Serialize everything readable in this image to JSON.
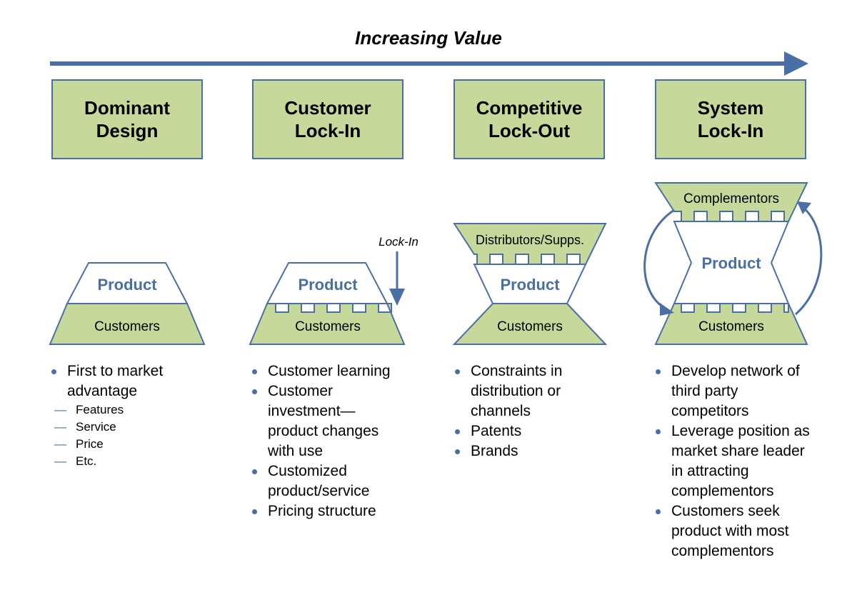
{
  "title": "Increasing Value",
  "stages": [
    {
      "line1": "Dominant",
      "line2": "Design"
    },
    {
      "line1": "Customer",
      "line2": "Lock-In"
    },
    {
      "line1": "Competitive",
      "line2": "Lock-Out"
    },
    {
      "line1": "System",
      "line2": "Lock-In"
    }
  ],
  "diagrams": {
    "product": "Product",
    "customers": "Customers",
    "lock_in": "Lock-In",
    "distributors": "Distributors/Supps.",
    "complementors": "Complementors"
  },
  "columns": [
    {
      "bullets": [
        "First to market advantage"
      ],
      "sub_items": [
        "Features",
        "Service",
        "Price",
        "Etc."
      ]
    },
    {
      "bullets": [
        "Customer learning",
        "Customer investment—product changes with use",
        "Customized product/service",
        "Pricing structure"
      ]
    },
    {
      "bullets": [
        "Constraints in distribution or channels",
        "Patents",
        "Brands"
      ]
    },
    {
      "bullets": [
        "Develop network of third party competitors",
        "Leverage position as market share leader in attracting complementors",
        "Customers seek product with most complementors"
      ]
    }
  ],
  "colors": {
    "accent": "#4a6fa5",
    "fill_green": "#c6d89a"
  }
}
